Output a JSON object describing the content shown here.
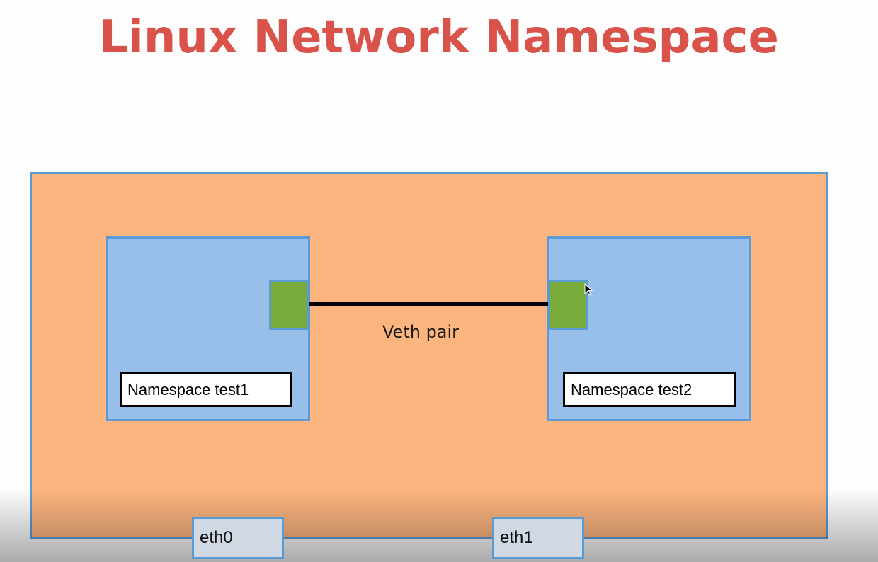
{
  "title": "Linux Network Namespace",
  "namespaces": [
    {
      "label": "Namespace test1"
    },
    {
      "label": "Namespace test2"
    }
  ],
  "veth": {
    "label": "Veth pair"
  },
  "interfaces": [
    {
      "label": "eth0"
    },
    {
      "label": "eth1"
    }
  ],
  "colors": {
    "title": "#d9534a",
    "host_fill": "#fdb57f",
    "namespace_fill": "#97bfe9",
    "border": "#5b9bd5",
    "veth_end": "#79ab3b",
    "link": "#000000"
  },
  "icons": {
    "cursor": "mouse-pointer-icon"
  }
}
